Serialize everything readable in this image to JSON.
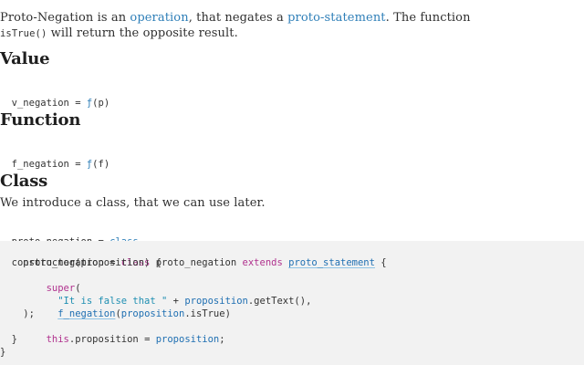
{
  "intro": {
    "prefix": "Proto-Negation is an ",
    "operation_link": "operation",
    "middle": ", that negates a ",
    "statement_link": "proto-statement",
    "suffix": ". The function",
    "line2_code": "isTrue()",
    "line2_text": " will return the opposite result."
  },
  "sections": {
    "value": {
      "heading": "Value",
      "code_left": "v_negation = ",
      "code_fn": "ƒ",
      "code_arg": "(p)"
    },
    "function": {
      "heading": "Function",
      "code_left": "f_negation = ",
      "code_fn": "ƒ",
      "code_arg": "(f)"
    },
    "class": {
      "heading": "Class",
      "text": "We introduce a class, that we can use later.",
      "code_left": "proto_negation = ",
      "code_kw": "class"
    }
  },
  "code_block": {
    "line1": {
      "a": "proto_negation = ",
      "b": "class",
      "c": " proto_negation ",
      "d": "extends",
      "e": " ",
      "f": "proto_statement",
      "g": " {"
    },
    "line2": "  constructor(proposition) {",
    "line3": {
      "a": "    ",
      "b": "super",
      "c": "("
    },
    "line4": {
      "a": "      ",
      "b": "\"It is false that \"",
      "c": " + ",
      "d": "proposition",
      "e": ".getText(),"
    },
    "line5": {
      "a": "      ",
      "b": "f_negation",
      "c": "(",
      "d": "proposition",
      "e": ".isTrue)"
    },
    "line6": "    );",
    "line7": {
      "a": "    ",
      "b": "this",
      "c": ".proposition = ",
      "d": "proposition",
      "e": ";"
    },
    "line8": "  }",
    "line9": "}"
  }
}
